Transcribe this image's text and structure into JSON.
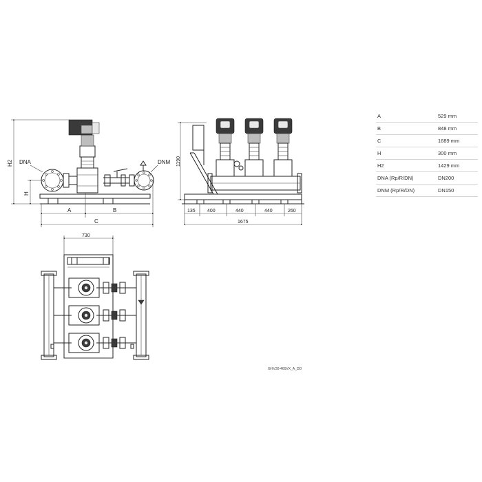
{
  "front_view": {
    "labels": {
      "dna": "DNA",
      "dnm": "DNM",
      "h": "H",
      "h2": "H2",
      "a": "A",
      "b": "B",
      "c": "C"
    }
  },
  "side_view": {
    "height": "1190",
    "segments": [
      "135",
      "400",
      "440",
      "440",
      "260"
    ],
    "total": "1675"
  },
  "top_view": {
    "width": "730"
  },
  "drawing_ref": "GHV30-460VX_A_DD",
  "spec_table": {
    "rows": [
      {
        "key": "A",
        "value": "529 mm"
      },
      {
        "key": "B",
        "value": "848 mm"
      },
      {
        "key": "C",
        "value": "1689 mm"
      },
      {
        "key": "H",
        "value": "300 mm"
      },
      {
        "key": "H2",
        "value": "1429 mm"
      },
      {
        "key": "DNA (Rp/R/DN)",
        "value": "DN200"
      },
      {
        "key": "DNM (Rp/R/DN)",
        "value": "DN150"
      }
    ]
  }
}
